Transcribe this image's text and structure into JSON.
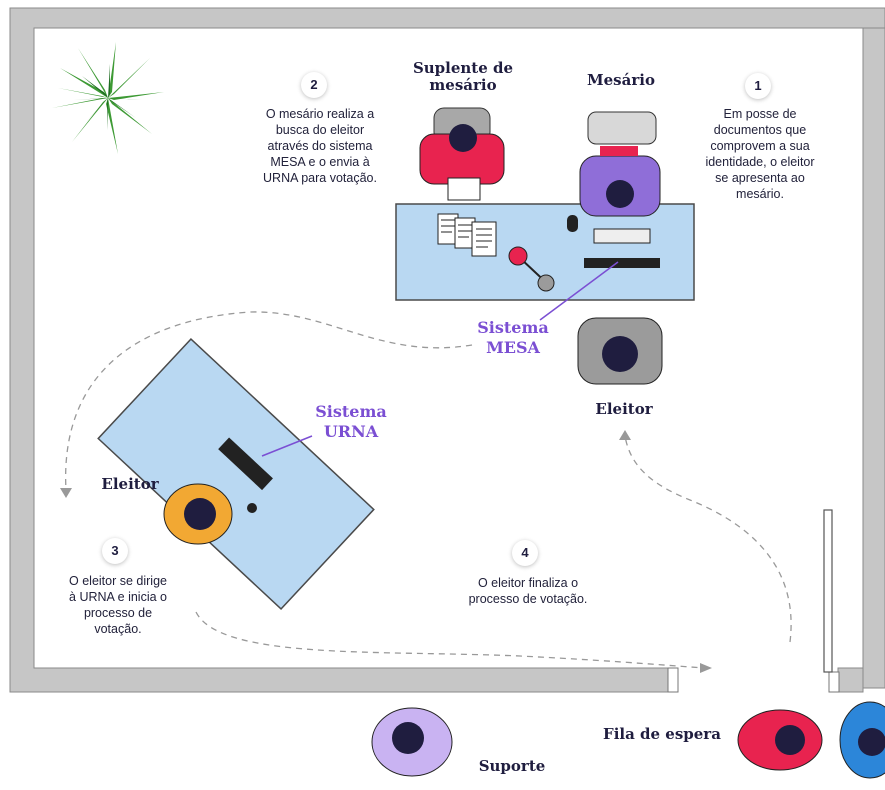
{
  "roles": {
    "suplente": "Suplente de\nmesário",
    "mesario": "Mesário",
    "eleitor_mesa": "Eleitor",
    "eleitor_urna": "Eleitor",
    "fila": "Fila de espera",
    "suporte": "Suporte"
  },
  "systems": {
    "mesa": "Sistema\nMESA",
    "urna": "Sistema\nURNA"
  },
  "steps": [
    {
      "number": "1",
      "text": "Em posse de\ndocumentos que\ncomprovem a sua\nidentidade, o eleitor\nse apresenta ao\nmesário."
    },
    {
      "number": "2",
      "text": "O mesário realiza a\nbusca do eleitor\natravés do sistema\nMESA e o envia à\nURNA para votação."
    },
    {
      "number": "3",
      "text": "O eleitor se dirige\nà URNA e inicia o\nprocesso de\nvotação."
    },
    {
      "number": "4",
      "text": "O eleitor finaliza o\nprocesso de votação."
    }
  ],
  "colors": {
    "wall": "#c6c6c6",
    "desk": "#b9d8f2",
    "purple_label": "#7b4fd3",
    "mesario_shirt": "#8f6ed8",
    "suplente_shirt": "#e8234f",
    "eleitor_shirt": "#9b9b9b",
    "urna_eleitor_shirt": "#f2a833",
    "suporte_shirt": "#c9b3f2",
    "fila_shirt_1": "#e8234f",
    "fila_shirt_2": "#2c86d9"
  }
}
